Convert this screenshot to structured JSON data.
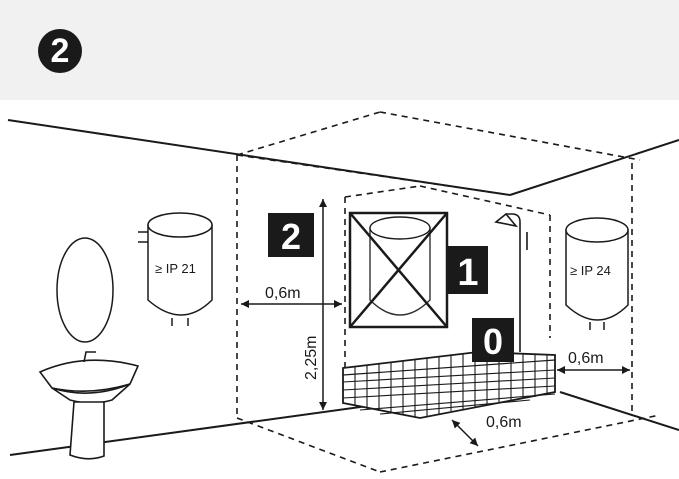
{
  "step": {
    "number": "2"
  },
  "zones": {
    "z0": "0",
    "z1": "1",
    "z2": "2"
  },
  "heaters": {
    "left_rating": "≥ IP 21",
    "right_rating": "≥ IP 24"
  },
  "dimensions": {
    "zone2_width": "0,6m",
    "height": "2,25m",
    "right_clearance": "0,6m",
    "front_clearance": "0,6m"
  },
  "colors": {
    "line": "#1a1a1a",
    "badge": "#1a1a1a",
    "header_bg": "#f1f1f1"
  }
}
